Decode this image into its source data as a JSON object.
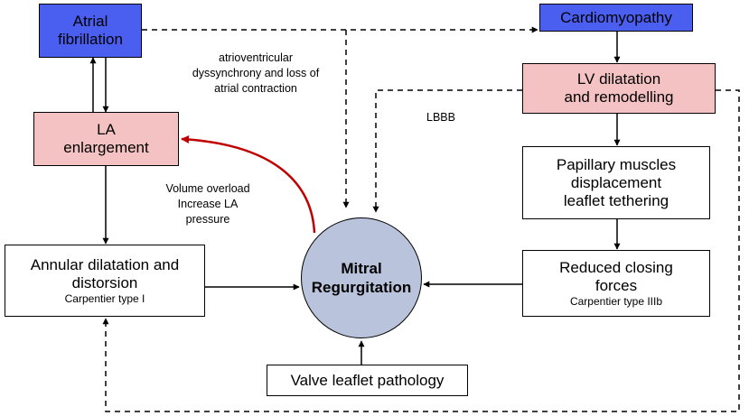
{
  "nodes": {
    "atrial_fibrillation": {
      "line1": "Atrial",
      "line2": "fibrillation"
    },
    "cardiomyopathy": {
      "label": "Cardiomyopathy"
    },
    "la_enlargement": {
      "line1": "LA",
      "line2": "enlargement"
    },
    "lv_dilatation": {
      "line1": "LV dilatation",
      "line2": "and remodelling"
    },
    "papillary": {
      "line1": "Papillary muscles",
      "line2": "displacement",
      "line3": "leaflet tethering"
    },
    "annular": {
      "line1": "Annular dilatation and",
      "line2": "distorsion",
      "sub": "Carpentier type I"
    },
    "reduced_closing": {
      "line1": "Reduced closing",
      "line2": "forces",
      "sub": "Carpentier type IIIb"
    },
    "mitral_regurgitation": {
      "line1": "Mitral",
      "line2": "Regurgitation"
    },
    "valve_leaflet": {
      "label": "Valve leaflet pathology"
    }
  },
  "edge_labels": {
    "av_dyssynchrony": {
      "line1": "atrioventricular",
      "line2": "dyssynchrony and loss of",
      "line3": "atrial contraction"
    },
    "lbbb": "LBBB",
    "volume_overload": {
      "line1": "Volume overload",
      "line2": "Increase LA",
      "line3": "pressure"
    }
  },
  "colors": {
    "blue_box": "#4a5ef0",
    "pink_box": "#f4c2c2",
    "circle_fill": "#b9c4dc",
    "red_arrow": "#c00000",
    "line": "#000000"
  }
}
